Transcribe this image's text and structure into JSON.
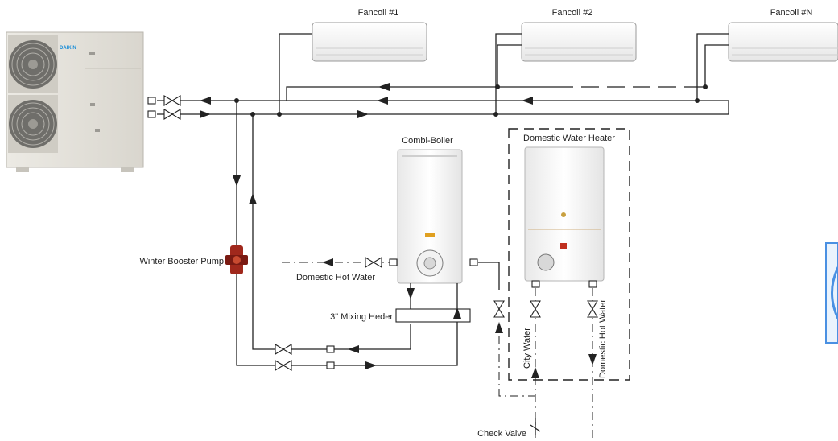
{
  "labels": {
    "fancoil_1": "Fancoil #1",
    "fancoil_2": "Fancoil #2",
    "fancoil_n": "Fancoil #N",
    "combi_boiler": "Combi-Boiler",
    "domestic_water_heater": "Domestic Water Heater",
    "winter_booster_pump": "Winter Booster Pump",
    "domestic_hot_water": "Domestic Hot Water",
    "mixing_header": "3\" Mixing Heder",
    "city_water": "City Water",
    "domestic_hot_water_vertical": "Domestic Hot Water",
    "check_valve": "Check Valve"
  },
  "outdoor_unit_logo": "DAIKIN",
  "icons": [
    "outdoor-unit-icon",
    "fancoil-icon",
    "boiler-icon",
    "water-heater-icon",
    "pump-icon",
    "valve-icon",
    "check-valve-icon",
    "arrow-icon"
  ],
  "colors": {
    "line": "#222222",
    "pump": "#a0281c",
    "logo": "#1a8ed8",
    "edge_artifact": "#4a90e2"
  }
}
